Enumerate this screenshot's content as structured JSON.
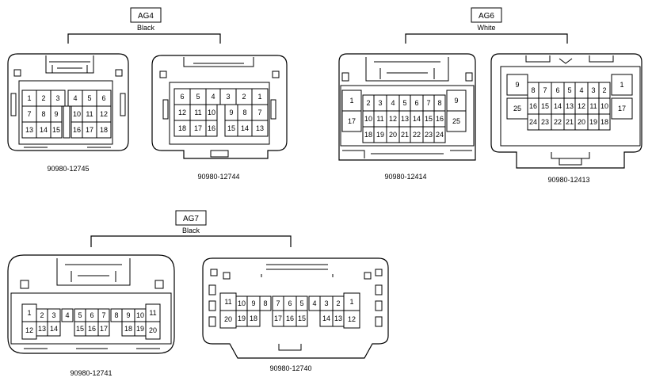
{
  "groups": {
    "ag4": {
      "code": "AG4",
      "color": "Black"
    },
    "ag6": {
      "code": "AG6",
      "color": "White"
    },
    "ag7": {
      "code": "AG7",
      "color": "Black"
    }
  },
  "connectors": {
    "c12745": {
      "part": "90980-12745",
      "rows": [
        [
          "1",
          "2",
          "3",
          "4",
          "5",
          "6"
        ],
        [
          "7",
          "8",
          "9",
          "10",
          "11",
          "12"
        ],
        [
          "13",
          "14",
          "15",
          "16",
          "17",
          "18"
        ]
      ]
    },
    "c12744": {
      "part": "90980-12744",
      "rows": [
        [
          "6",
          "5",
          "4",
          "3",
          "2",
          "1"
        ],
        [
          "12",
          "11",
          "10",
          "9",
          "8",
          "7"
        ],
        [
          "18",
          "17",
          "16",
          "15",
          "14",
          "13"
        ]
      ]
    },
    "c12414": {
      "part": "90980-12414",
      "rows": [
        [
          "1",
          "9"
        ],
        [
          "2",
          "3",
          "4",
          "5",
          "6",
          "7",
          "8"
        ],
        [
          "17",
          "10",
          "11",
          "12",
          "13",
          "14",
          "15",
          "16",
          "25"
        ],
        [
          "18",
          "19",
          "20",
          "21",
          "22",
          "23",
          "24"
        ]
      ]
    },
    "c12413": {
      "part": "90980-12413",
      "rows": [
        [
          "9",
          "1"
        ],
        [
          "8",
          "7",
          "6",
          "5",
          "4",
          "3",
          "2"
        ],
        [
          "25",
          "16",
          "15",
          "14",
          "13",
          "12",
          "11",
          "10",
          "17"
        ],
        [
          "24",
          "23",
          "22",
          "21",
          "20",
          "19",
          "18"
        ]
      ]
    },
    "c12741": {
      "part": "90980-12741",
      "rows": [
        [
          "1",
          "2",
          "3",
          "4",
          "5",
          "6",
          "7",
          "8",
          "9",
          "10",
          "11"
        ],
        [
          "12",
          "13",
          "14",
          "15",
          "16",
          "17",
          "18",
          "19",
          "20"
        ]
      ]
    },
    "c12740": {
      "part": "90980-12740",
      "rows": [
        [
          "11",
          "10",
          "9",
          "8",
          "7",
          "6",
          "5",
          "4",
          "3",
          "2",
          "1"
        ],
        [
          "20",
          "19",
          "18",
          "17",
          "16",
          "15",
          "14",
          "13",
          "12"
        ]
      ]
    }
  }
}
